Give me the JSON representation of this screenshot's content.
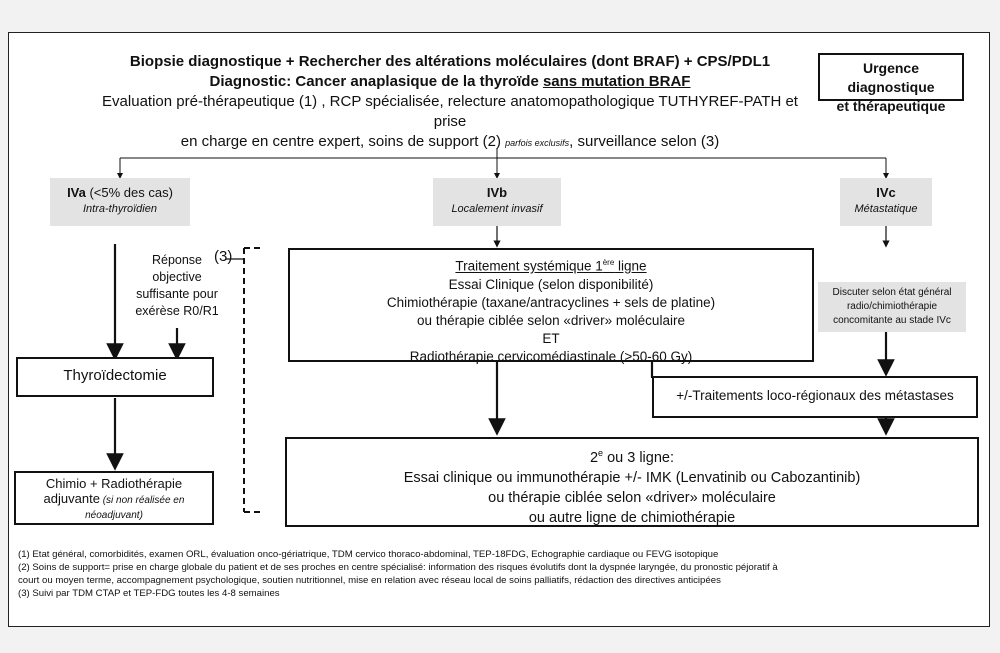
{
  "header": {
    "line1_bold": "Biopsie",
    "line1_rest": " diagnostique + Rechercher des altérations moléculaires (dont BRAF) + CPS/PDL1",
    "line2_prefix": "Diagnostic: Cancer anaplasique de la thyroïde ",
    "line2_underlined": "sans mutation BRAF",
    "line3": "Evaluation pré-thérapeutique (1) , RCP spécialisée, relecture anatomopathologique TUTHYREF-PATH et prise",
    "line4_a": "en charge en centre expert, soins de support (2) ",
    "line4_small": "parfois exclusifs",
    "line4_b": ", surveillance selon (3)"
  },
  "urgence": {
    "line1": "Urgence diagnostique",
    "line2": "et thérapeutique"
  },
  "stages": {
    "iva": {
      "label": "IVa",
      "pct": " (<5% des cas)",
      "sub": "Intra-thyroïdien"
    },
    "ivb": {
      "label": "IVb",
      "sub": "Localement invasif"
    },
    "ivc": {
      "label": "IVc",
      "sub": "Métastatique"
    }
  },
  "response": {
    "marker": "(3)",
    "line1": "Réponse",
    "line2": "objective",
    "line3": "suffisante pour",
    "line4": "exérèse R0/R1"
  },
  "thyroidectomie": "Thyroïdectomie",
  "chimio_box": {
    "line1": "Chimio + Radiothérapie",
    "line2": "adjuvante",
    "note1": " (si non réalisée en",
    "note2": "néoadjuvant)"
  },
  "systemic": {
    "title": "Traitement systémique  1",
    "title_sup": "ère",
    "title_end": " ligne",
    "l1": "Essai Clinique (selon disponibilité)",
    "l2": "Chimiothérapie (taxane/antracyclines + sels de platine)",
    "l3": "ou thérapie ciblée selon «driver» moléculaire",
    "l4": "ET",
    "l5": "Radiothérapie cervicomédiastinale (>50-60 Gy)"
  },
  "discuter": {
    "l1": "Discuter selon état général",
    "l2": "radio/chimiothérapie",
    "l3": "concomitante au stade IVc"
  },
  "locoregional": "+/-Traitements loco-régionaux des métastases",
  "second_line": {
    "l1_a": "2",
    "l1_sup": "e",
    "l1_b": " ou 3 ligne:",
    "l2": "Essai clinique ou immunothérapie +/- IMK (Lenvatinib ou Cabozantinib)",
    "l3": "ou thérapie ciblée selon «driver» moléculaire",
    "l4": "ou autre ligne de chimiothérapie"
  },
  "footnotes": {
    "f1": "(1) Etat général, comorbidités, examen ORL,  évaluation onco-gériatrique, TDM cervico thoraco-abdominal, TEP-18FDG, Echographie cardiaque ou FEVG isotopique",
    "f2a": "(2) Soins de support= prise en charge globale du patient et de ses proches en centre spécialisé: information des risques évolutifs dont la dyspnée laryngée, du pronostic péjoratif à",
    "f2b": "court ou moyen terme, accompagnement psychologique, soutien nutritionnel, mise en relation avec réseau local de soins palliatifs, rédaction des directives anticipées",
    "f3": "(3) Suivi par TDM CTAP et TEP-FDG toutes les 4-8 semaines"
  }
}
